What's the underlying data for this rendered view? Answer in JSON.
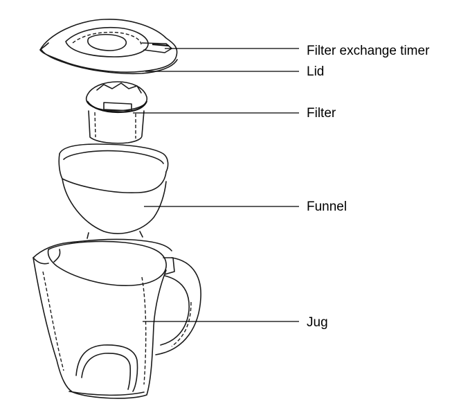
{
  "callouts": {
    "timer": "Filter exchange timer",
    "lid": "Lid",
    "filter": "Filter",
    "funnel": "Funnel",
    "jug": "Jug"
  }
}
